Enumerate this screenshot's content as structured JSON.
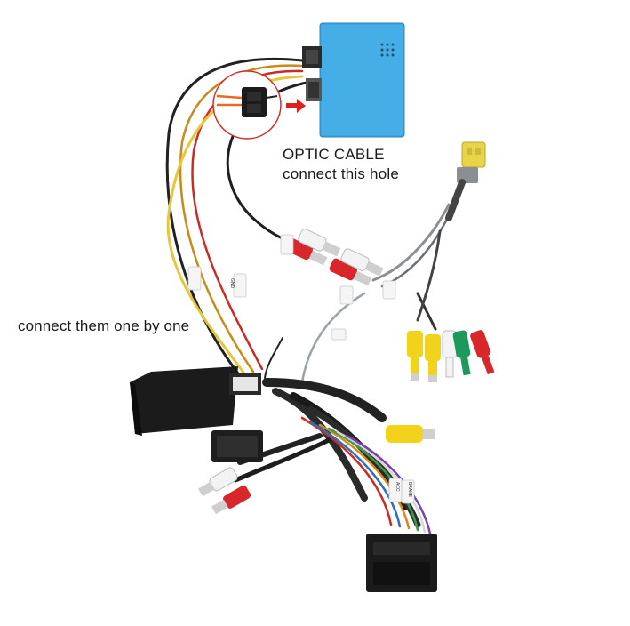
{
  "captions": {
    "optic_line1": "OPTIC CABLE",
    "optic_line2": "connect this hole",
    "connect": "connect them one by one"
  },
  "labels": {
    "gnd": "GND",
    "acc": "ACC",
    "brake": "BRAKE"
  },
  "colors": {
    "optic_box": "#3ea6e0",
    "decoder_box": "#1b1b1b",
    "rca_yellow": "#f2d21a",
    "rca_red": "#d8262a",
    "rca_white": "#f3f3f3",
    "rca_green": "#1c9a5c",
    "arrow_red": "#e0201b"
  },
  "icons": [
    "optic-module",
    "decoder-box",
    "rca-connector",
    "wire-harness",
    "red-arrow",
    "magnifier-circle",
    "yellow-connector",
    "main-plug"
  ]
}
